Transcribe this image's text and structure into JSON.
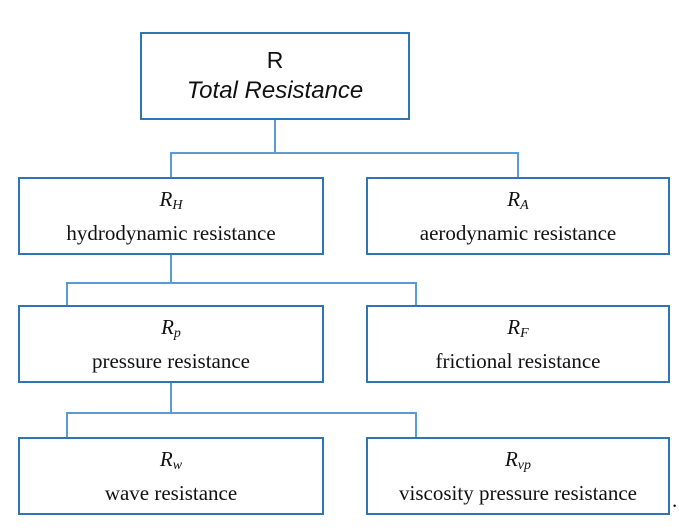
{
  "nodes": {
    "root": {
      "symbol": "R",
      "name": "Total Resistance"
    },
    "hydrodynamic": {
      "symbol": "R",
      "subscript": "H",
      "name": "hydrodynamic resistance"
    },
    "aerodynamic": {
      "symbol": "R",
      "subscript": "A",
      "name": "aerodynamic resistance"
    },
    "pressure": {
      "symbol": "R",
      "subscript": "p",
      "name": "pressure resistance"
    },
    "frictional": {
      "symbol": "R",
      "subscript": "F",
      "name": "frictional resistance"
    },
    "wave": {
      "symbol": "R",
      "subscript": "w",
      "name": "wave resistance"
    },
    "viscosity_pressure": {
      "symbol": "R",
      "subscript": "vp",
      "name": "viscosity pressure resistance"
    }
  },
  "edges": [
    {
      "from": "root",
      "to": "hydrodynamic"
    },
    {
      "from": "root",
      "to": "aerodynamic"
    },
    {
      "from": "hydrodynamic",
      "to": "pressure"
    },
    {
      "from": "hydrodynamic",
      "to": "frictional"
    },
    {
      "from": "pressure",
      "to": "wave"
    },
    {
      "from": "pressure",
      "to": "viscosity_pressure"
    }
  ],
  "trailing_text": ".",
  "colors": {
    "box_border": "#2e75b6",
    "connector": "#5b9bd5",
    "text": "#111111"
  }
}
